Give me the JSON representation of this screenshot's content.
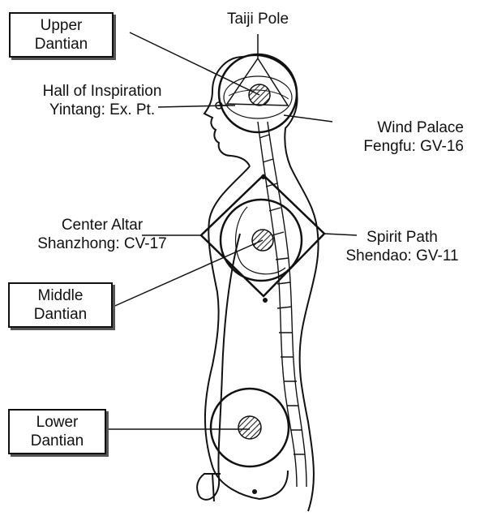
{
  "labels": {
    "upper_dantian": [
      "Upper",
      "Dantian"
    ],
    "taiji_pole": "Taiji Pole",
    "hall_of_inspiration": [
      "Hall of Inspiration",
      "Yintang: Ex. Pt."
    ],
    "wind_palace": [
      "Wind Palace",
      "Fengfu: GV-16"
    ],
    "center_altar": [
      "Center Altar",
      "Shanzhong: CV-17"
    ],
    "spirit_path": [
      "Spirit Path",
      "Shendao: GV-11"
    ],
    "middle_dantian": [
      "Middle",
      "Dantian"
    ],
    "lower_dantian": [
      "Lower",
      "Dantian"
    ]
  },
  "colors": {
    "ink": "#111111",
    "hatch": "#333333",
    "background": "#ffffff"
  }
}
